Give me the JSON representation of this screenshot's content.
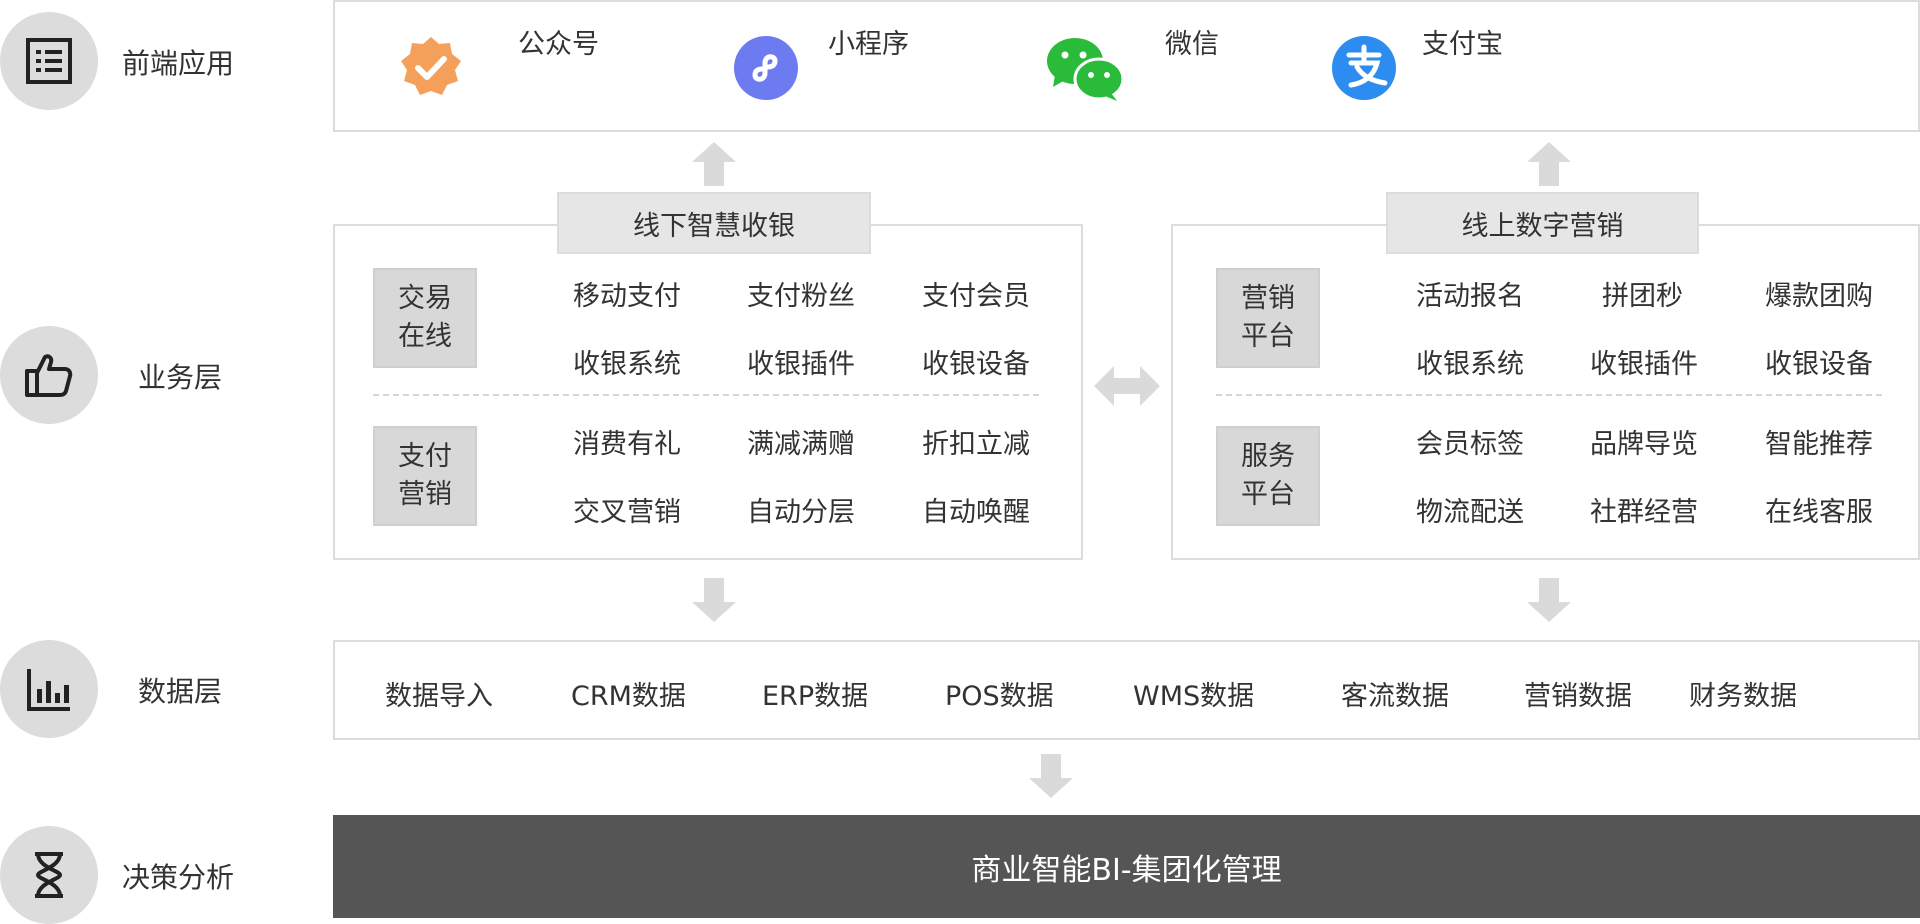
{
  "layers": [
    {
      "label": "前端应用",
      "icon": "list-icon"
    },
    {
      "label": "业务层",
      "icon": "thumbs-up-icon"
    },
    {
      "label": "数据层",
      "icon": "bar-chart-icon"
    },
    {
      "label": "决策分析",
      "icon": "hourglass-icon"
    }
  ],
  "frontend": {
    "apps": [
      {
        "label": "公众号",
        "icon": "verified-badge-icon",
        "color": "#f5a05a"
      },
      {
        "label": "小程序",
        "icon": "mini-program-icon",
        "color": "#6c7cf0"
      },
      {
        "label": "微信",
        "icon": "wechat-icon",
        "color": "#2bbb3a"
      },
      {
        "label": "支付宝",
        "icon": "alipay-icon",
        "color": "#2c8cf0"
      }
    ]
  },
  "business": {
    "offline": {
      "title": "线下智慧收银",
      "groups": [
        {
          "name_lines": [
            "交易",
            "在线"
          ],
          "items": [
            "移动支付",
            "支付粉丝",
            "支付会员",
            "收银系统",
            "收银插件",
            "收银设备"
          ]
        },
        {
          "name_lines": [
            "支付",
            "营销"
          ],
          "items": [
            "消费有礼",
            "满减满赠",
            "折扣立减",
            "交叉营销",
            "自动分层",
            "自动唤醒"
          ]
        }
      ]
    },
    "online": {
      "title": "线上数字营销",
      "groups": [
        {
          "name_lines": [
            "营销",
            "平台"
          ],
          "items": [
            "活动报名",
            "拼团秒",
            "爆款团购",
            "收银系统",
            "收银插件",
            "收银设备"
          ]
        },
        {
          "name_lines": [
            "服务",
            "平台"
          ],
          "items": [
            "会员标签",
            "品牌导览",
            "智能推荐",
            "物流配送",
            "社群经营",
            "在线客服"
          ]
        }
      ]
    }
  },
  "data_layer": {
    "items": [
      "数据导入",
      "CRM数据",
      "ERP数据",
      "POS数据",
      "WMS数据",
      "客流数据",
      "营销数据",
      "财务数据"
    ]
  },
  "decision": {
    "label": "商业智能BI-集团化管理"
  },
  "colors": {
    "circle": "#dcdcdc",
    "border": "#dcdcdc",
    "arrow": "#dadada",
    "decision_bg": "#555555"
  }
}
